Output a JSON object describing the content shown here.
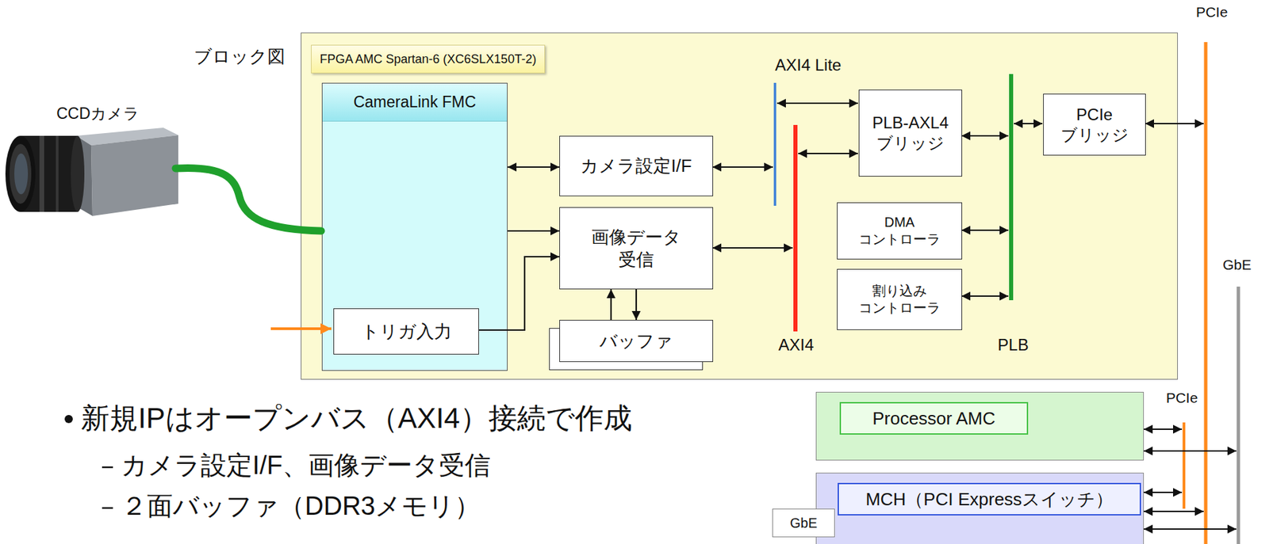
{
  "diagram": {
    "title": "ブロック図",
    "nodes": [
      {
        "text": [
          "FPGA AMC Spartan-6 (XC6SLX150T-2)"
        ]
      },
      {
        "text": [
          "CameraLink FMC"
        ],
        "in": 0
      },
      {
        "text": [
          "トリガ入力"
        ],
        "in": 1
      },
      {
        "text": [
          "カメラ設定I/F"
        ],
        "in": 0
      },
      {
        "text": [
          "画像データ 受信"
        ],
        "in": 0
      },
      {
        "text": [
          "バッファ"
        ],
        "in": 0
      },
      {
        "text": [
          "PLB-AXL4 ブリッジ"
        ],
        "in": 0
      },
      {
        "text": [
          "DMA コントローラ"
        ],
        "in": 0
      },
      {
        "text": [
          "割り込み コントローラ"
        ],
        "in": 0
      },
      {
        "text": [
          "PCIe ブリッジ"
        ],
        "in": 0
      },
      {
        "text": [
          "Processor AMC"
        ]
      },
      {
        "text": [
          "MCH（PCI Expressスイッチ）"
        ]
      },
      {
        "text": [
          "GbE"
        ]
      }
    ],
    "edges": [
      {
        "from": 1,
        "to": 3,
        "arrow": "both"
      },
      {
        "from": 1,
        "to": 4,
        "arrow": "to"
      },
      {
        "from": 2,
        "to": 4,
        "arrow": "to"
      },
      {
        "from": 5,
        "to": 4,
        "arrow": "to"
      },
      {
        "from": 4,
        "to": 5,
        "arrow": "to"
      }
    ],
    "labels": [
      "CCDカメラ",
      "AXI4 Lite",
      "AXI4",
      "PLB",
      "PCIe",
      "GbE",
      "PCIe",
      "新規IPはオープンバス（AXI4）接続で作成",
      "カメラ設定I/F、画像データ受信",
      "２面バッファ（DDR3メモリ）"
    ]
  }
}
